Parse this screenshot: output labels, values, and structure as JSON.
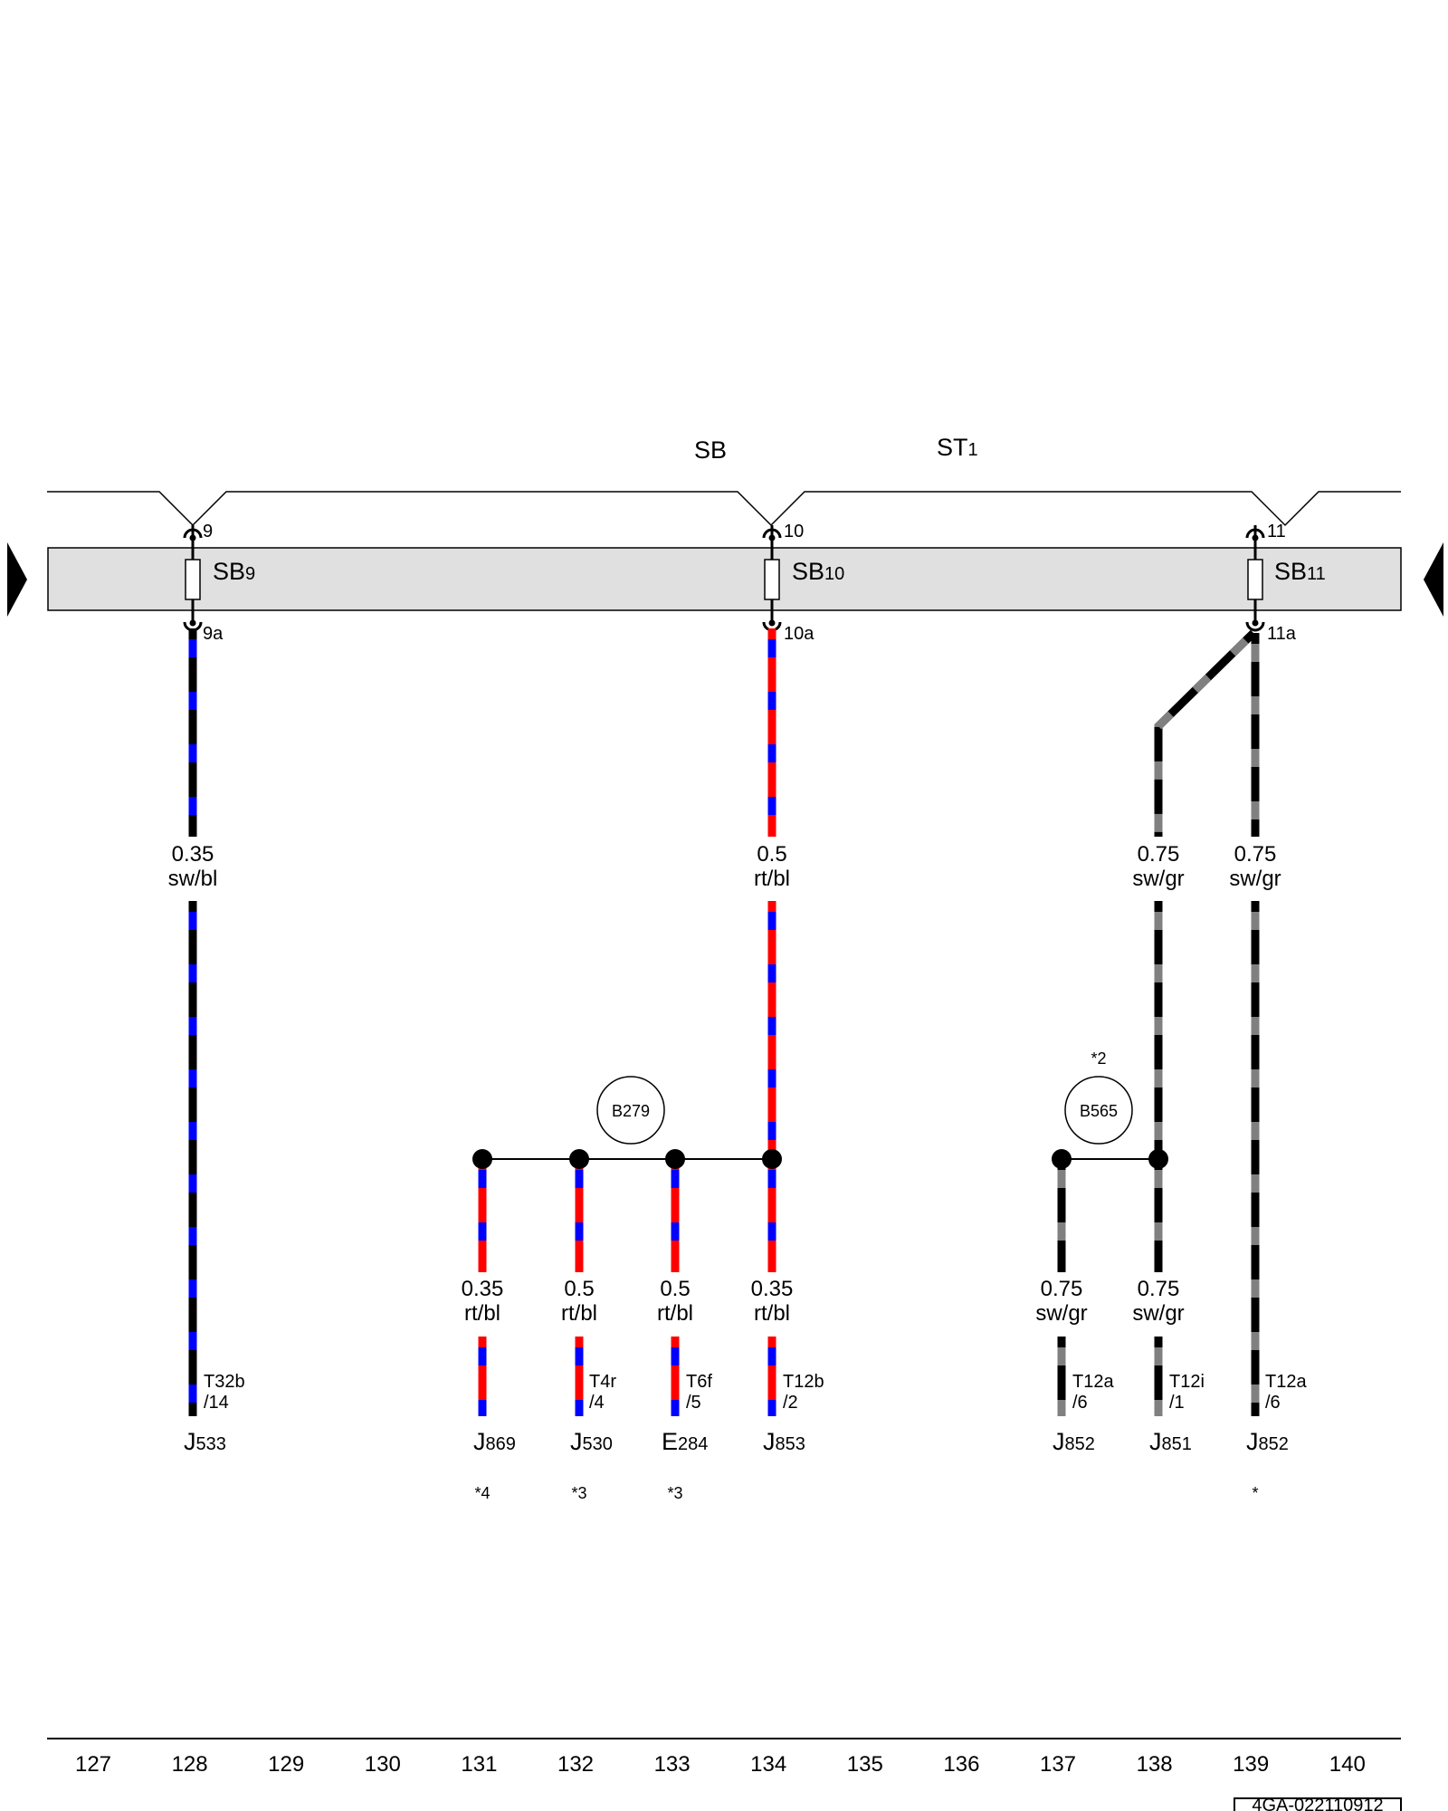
{
  "header": {
    "sb": "SB",
    "st_main": "ST",
    "st_sub": "1"
  },
  "fuses": [
    {
      "name": "SB",
      "num": "9",
      "in_pin": "9",
      "out_pin": "9a"
    },
    {
      "name": "SB",
      "num": "10",
      "in_pin": "10",
      "out_pin": "10a"
    },
    {
      "name": "SB",
      "num": "11",
      "in_pin": "11",
      "out_pin": "11a"
    }
  ],
  "wires": {
    "w9_size": "0.35",
    "w9_color": "sw/bl",
    "w10_size": "0.5",
    "w10_color": "rt/bl",
    "w11a_size": "0.75",
    "w11a_color": "sw/gr",
    "w11b_size": "0.75",
    "w11b_color": "sw/gr",
    "b279_1_size": "0.35",
    "b279_1_color": "rt/bl",
    "b279_2_size": "0.5",
    "b279_2_color": "rt/bl",
    "b279_3_size": "0.5",
    "b279_3_color": "rt/bl",
    "b279_4_size": "0.35",
    "b279_4_color": "rt/bl",
    "b565_1_size": "0.75",
    "b565_1_color": "sw/gr",
    "b565_2_size": "0.75",
    "b565_2_color": "sw/gr"
  },
  "splices": {
    "b279": "B279",
    "b565": "B565",
    "b565_note": "*2"
  },
  "connectors": [
    {
      "line1": "T32b",
      "line2": "/14"
    },
    {
      "line1": "T4r",
      "line2": "/4"
    },
    {
      "line1": "T6f",
      "line2": "/5"
    },
    {
      "line1": "T12b",
      "line2": "/2"
    },
    {
      "line1": "T12a",
      "line2": "/6"
    },
    {
      "line1": "T12i",
      "line2": "/1"
    },
    {
      "line1": "T12a",
      "line2": "/6"
    }
  ],
  "components": [
    {
      "letter": "J",
      "num": "533",
      "note": ""
    },
    {
      "letter": "J",
      "num": "869",
      "note": "*4"
    },
    {
      "letter": "J",
      "num": "530",
      "note": "*3"
    },
    {
      "letter": "E",
      "num": "284",
      "note": "*3"
    },
    {
      "letter": "J",
      "num": "853",
      "note": ""
    },
    {
      "letter": "J",
      "num": "852",
      "note": ""
    },
    {
      "letter": "J",
      "num": "851",
      "note": ""
    },
    {
      "letter": "J",
      "num": "852",
      "note": "*"
    }
  ],
  "ruler": [
    "127",
    "128",
    "129",
    "130",
    "131",
    "132",
    "133",
    "134",
    "135",
    "136",
    "137",
    "138",
    "139",
    "140"
  ],
  "footer": {
    "code": "4GA-022110912"
  },
  "colors": {
    "black": "#000000",
    "blue": "#0000ff",
    "red": "#ff0000",
    "grey": "#808080",
    "bar": "#e0e0e0"
  }
}
